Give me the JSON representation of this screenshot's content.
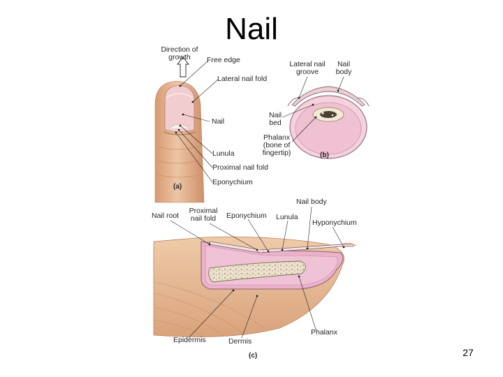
{
  "slide": {
    "title": "Nail",
    "page_number": "27"
  },
  "panel_a": {
    "letter": "(a)",
    "labels": {
      "direction": "Direction of growth",
      "free_edge": "Free edge",
      "lateral_nail_fold": "Lateral nail fold",
      "nail": "Nail",
      "lunula": "Lunula",
      "proximal_nail_fold": "Proximal nail fold",
      "eponychium": "Eponychium"
    }
  },
  "panel_b": {
    "letter": "(b)",
    "labels": {
      "lateral_nail_groove": "Lateral nail groove",
      "nail_body": "Nail body",
      "nail_bed": "Nail bed",
      "phalanx": "Phalanx (bone of fingertip)"
    }
  },
  "panel_c": {
    "letter": "(c)",
    "labels": {
      "nail_root": "Nail root",
      "proximal_nail_fold": "Proximal nail fold",
      "eponychium": "Eponychium",
      "lunula": "Lunula",
      "nail_body": "Nail body",
      "hyponychium": "Hyponychium",
      "epidermis": "Epidermis",
      "dermis": "Dermis",
      "phalanx": "Phalanx"
    }
  },
  "colors": {
    "skin": "#e3b48f",
    "skin_dark": "#c98f66",
    "nail_pink": "#efc3c8",
    "tissue_pink": "#e9a7c4",
    "bone": "#e8dcc6",
    "leader": "#231f20"
  }
}
